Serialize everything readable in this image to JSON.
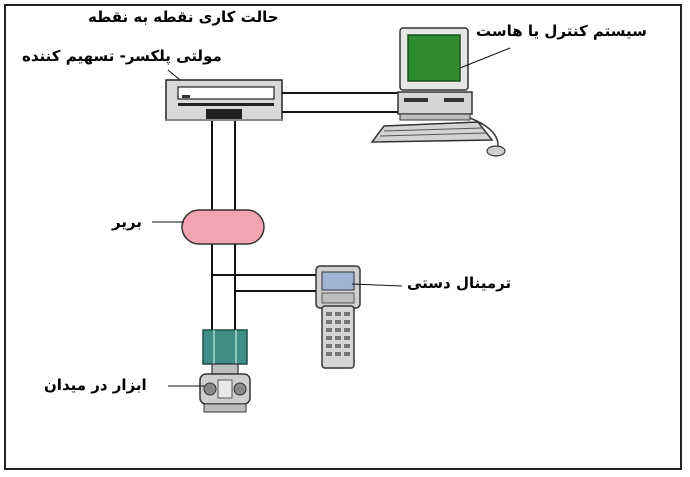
{
  "diagram": {
    "title": "حالت کاری نقطه به نقطه",
    "labels": {
      "multiplexer": "مولتی پلکسر- تسهیم کننده",
      "host": "سیستم کنترل یا هاست",
      "barrier": "بریر",
      "hand_terminal": "ترمینال دستی",
      "field_device": "ابزار در میدان"
    },
    "colors": {
      "border": "#222222",
      "wire": "#111111",
      "barrier_fill": "#f4a3b0",
      "monitor_screen": "#2e8b2e",
      "device_green": "#3f8f86",
      "equipment_gray": "#cfcfcf"
    }
  }
}
